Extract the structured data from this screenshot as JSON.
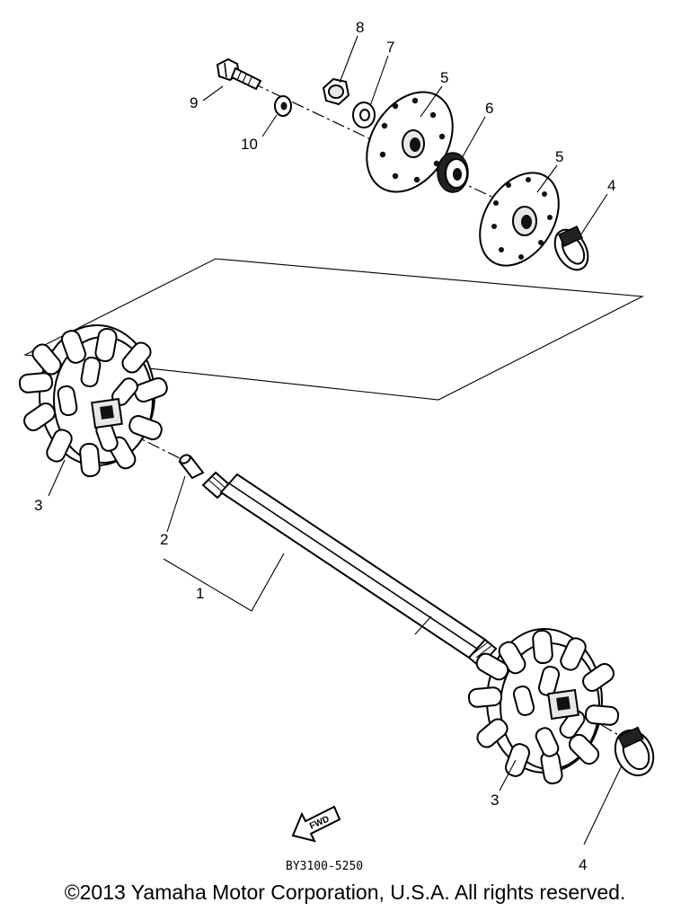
{
  "callouts": {
    "c1": "1",
    "c2": "2",
    "c3a": "3",
    "c3b": "3",
    "c4a": "4",
    "c4b": "4",
    "c5a": "5",
    "c5b": "5",
    "c6": "6",
    "c7": "7",
    "c8": "8",
    "c9": "9",
    "c10": "10"
  },
  "forward_label": "FWD",
  "diagram_code": "BY3100-5250",
  "copyright": "©2013 Yamaha Motor Corporation, U.S.A. All rights reserved."
}
